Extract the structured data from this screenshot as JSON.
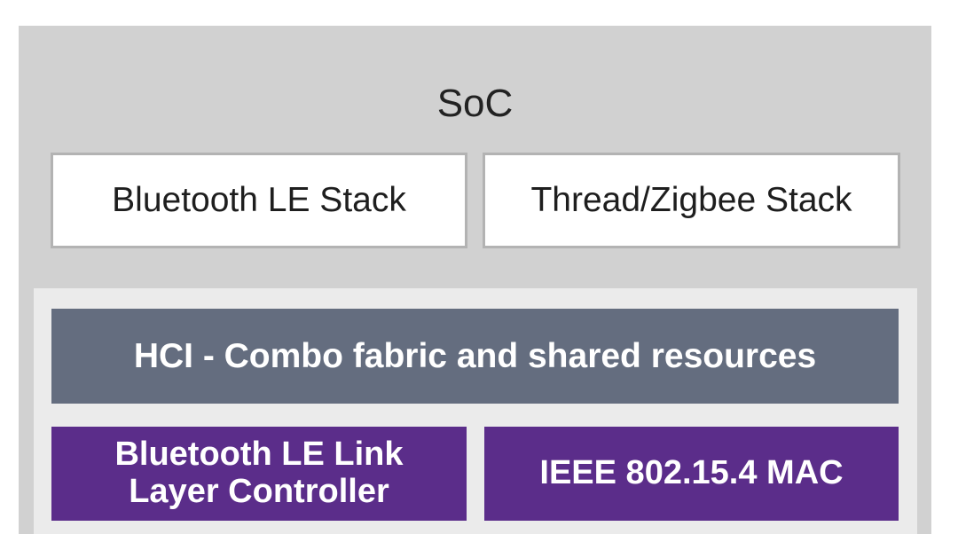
{
  "soc": {
    "title": "SoC"
  },
  "stacks": {
    "left_label": "Bluetooth LE Stack",
    "right_label": "Thread/Zigbee Stack"
  },
  "hci": {
    "label": "HCI - Combo fabric and shared resources"
  },
  "controllers": {
    "link_layer_line1": "Bluetooth LE Link",
    "link_layer_line2": "Layer Controller",
    "mac_label": "IEEE 802.15.4 MAC"
  },
  "colors": {
    "soc_background": "#d1d1d1",
    "inner_panel": "#ebebeb",
    "hci_bar": "#646d7f",
    "controller_purple": "#5b2d8a",
    "stack_box": "#ffffff"
  }
}
